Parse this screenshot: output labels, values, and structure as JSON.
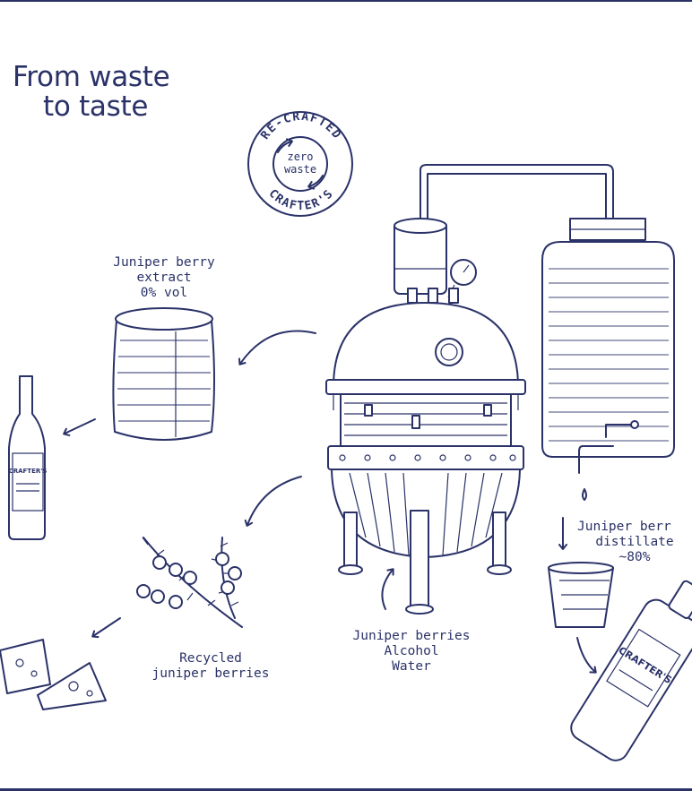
{
  "title": {
    "line1": "From waste",
    "line2": "to taste"
  },
  "badge": {
    "top_arc": "RE-CRAFTED",
    "bottom_arc": "CRAFTER'S",
    "center_line1": "zero",
    "center_line2": "waste"
  },
  "labels": {
    "extract": {
      "line1": "Juniper berry",
      "line2": "extract",
      "line3": "0% vol"
    },
    "recycled": {
      "line1": "Recycled",
      "line2": "juniper berries"
    },
    "inputs": {
      "line1": "Juniper berries",
      "line2": "Alcohol",
      "line3": "Water"
    },
    "distillate": {
      "line1": "Juniper berr",
      "line2": "distillate",
      "line3": "~80%"
    }
  },
  "bottle_label": "CRAFTER'S",
  "colors": {
    "ink": "#2a3268",
    "background": "#ffffff"
  }
}
